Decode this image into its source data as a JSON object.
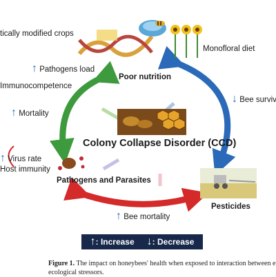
{
  "diagram": {
    "factors": {
      "gm_crops": "tically modified crops",
      "monofloral": "Monofloral diet",
      "pathogens_load": "Pathogens load",
      "immunocompetence": "Immunocompetence",
      "mortality": "Mortality",
      "virus_rate": "Virus rate",
      "host_immunity": "Host immunity",
      "bee_survival": "Bee survivi",
      "bee_mortality": "Bee mortality"
    },
    "nodes": {
      "poor_nutrition": "Poor nutrition",
      "ccd": "Colony Collapse Disorder (CCD)",
      "pathogens": "Pathogens and Parasites",
      "pesticides": "Pesticides"
    },
    "legend": {
      "increase_symbol": "↑",
      "increase": ": Increase",
      "decrease_symbol": "↓",
      "decrease": ": Decrease"
    },
    "arrows": {
      "up": "↑",
      "down": "↓"
    },
    "colors": {
      "green_arrow": "#3d9a3d",
      "blue_arrow": "#2a6ab8",
      "red_arrow": "#d42a2a",
      "legend_bg": "#17284a"
    }
  },
  "caption": {
    "label": "Figure 1.",
    "text": " The impact on honeybees' health when exposed to interaction between enviro",
    "line2": "ecological stressors."
  }
}
